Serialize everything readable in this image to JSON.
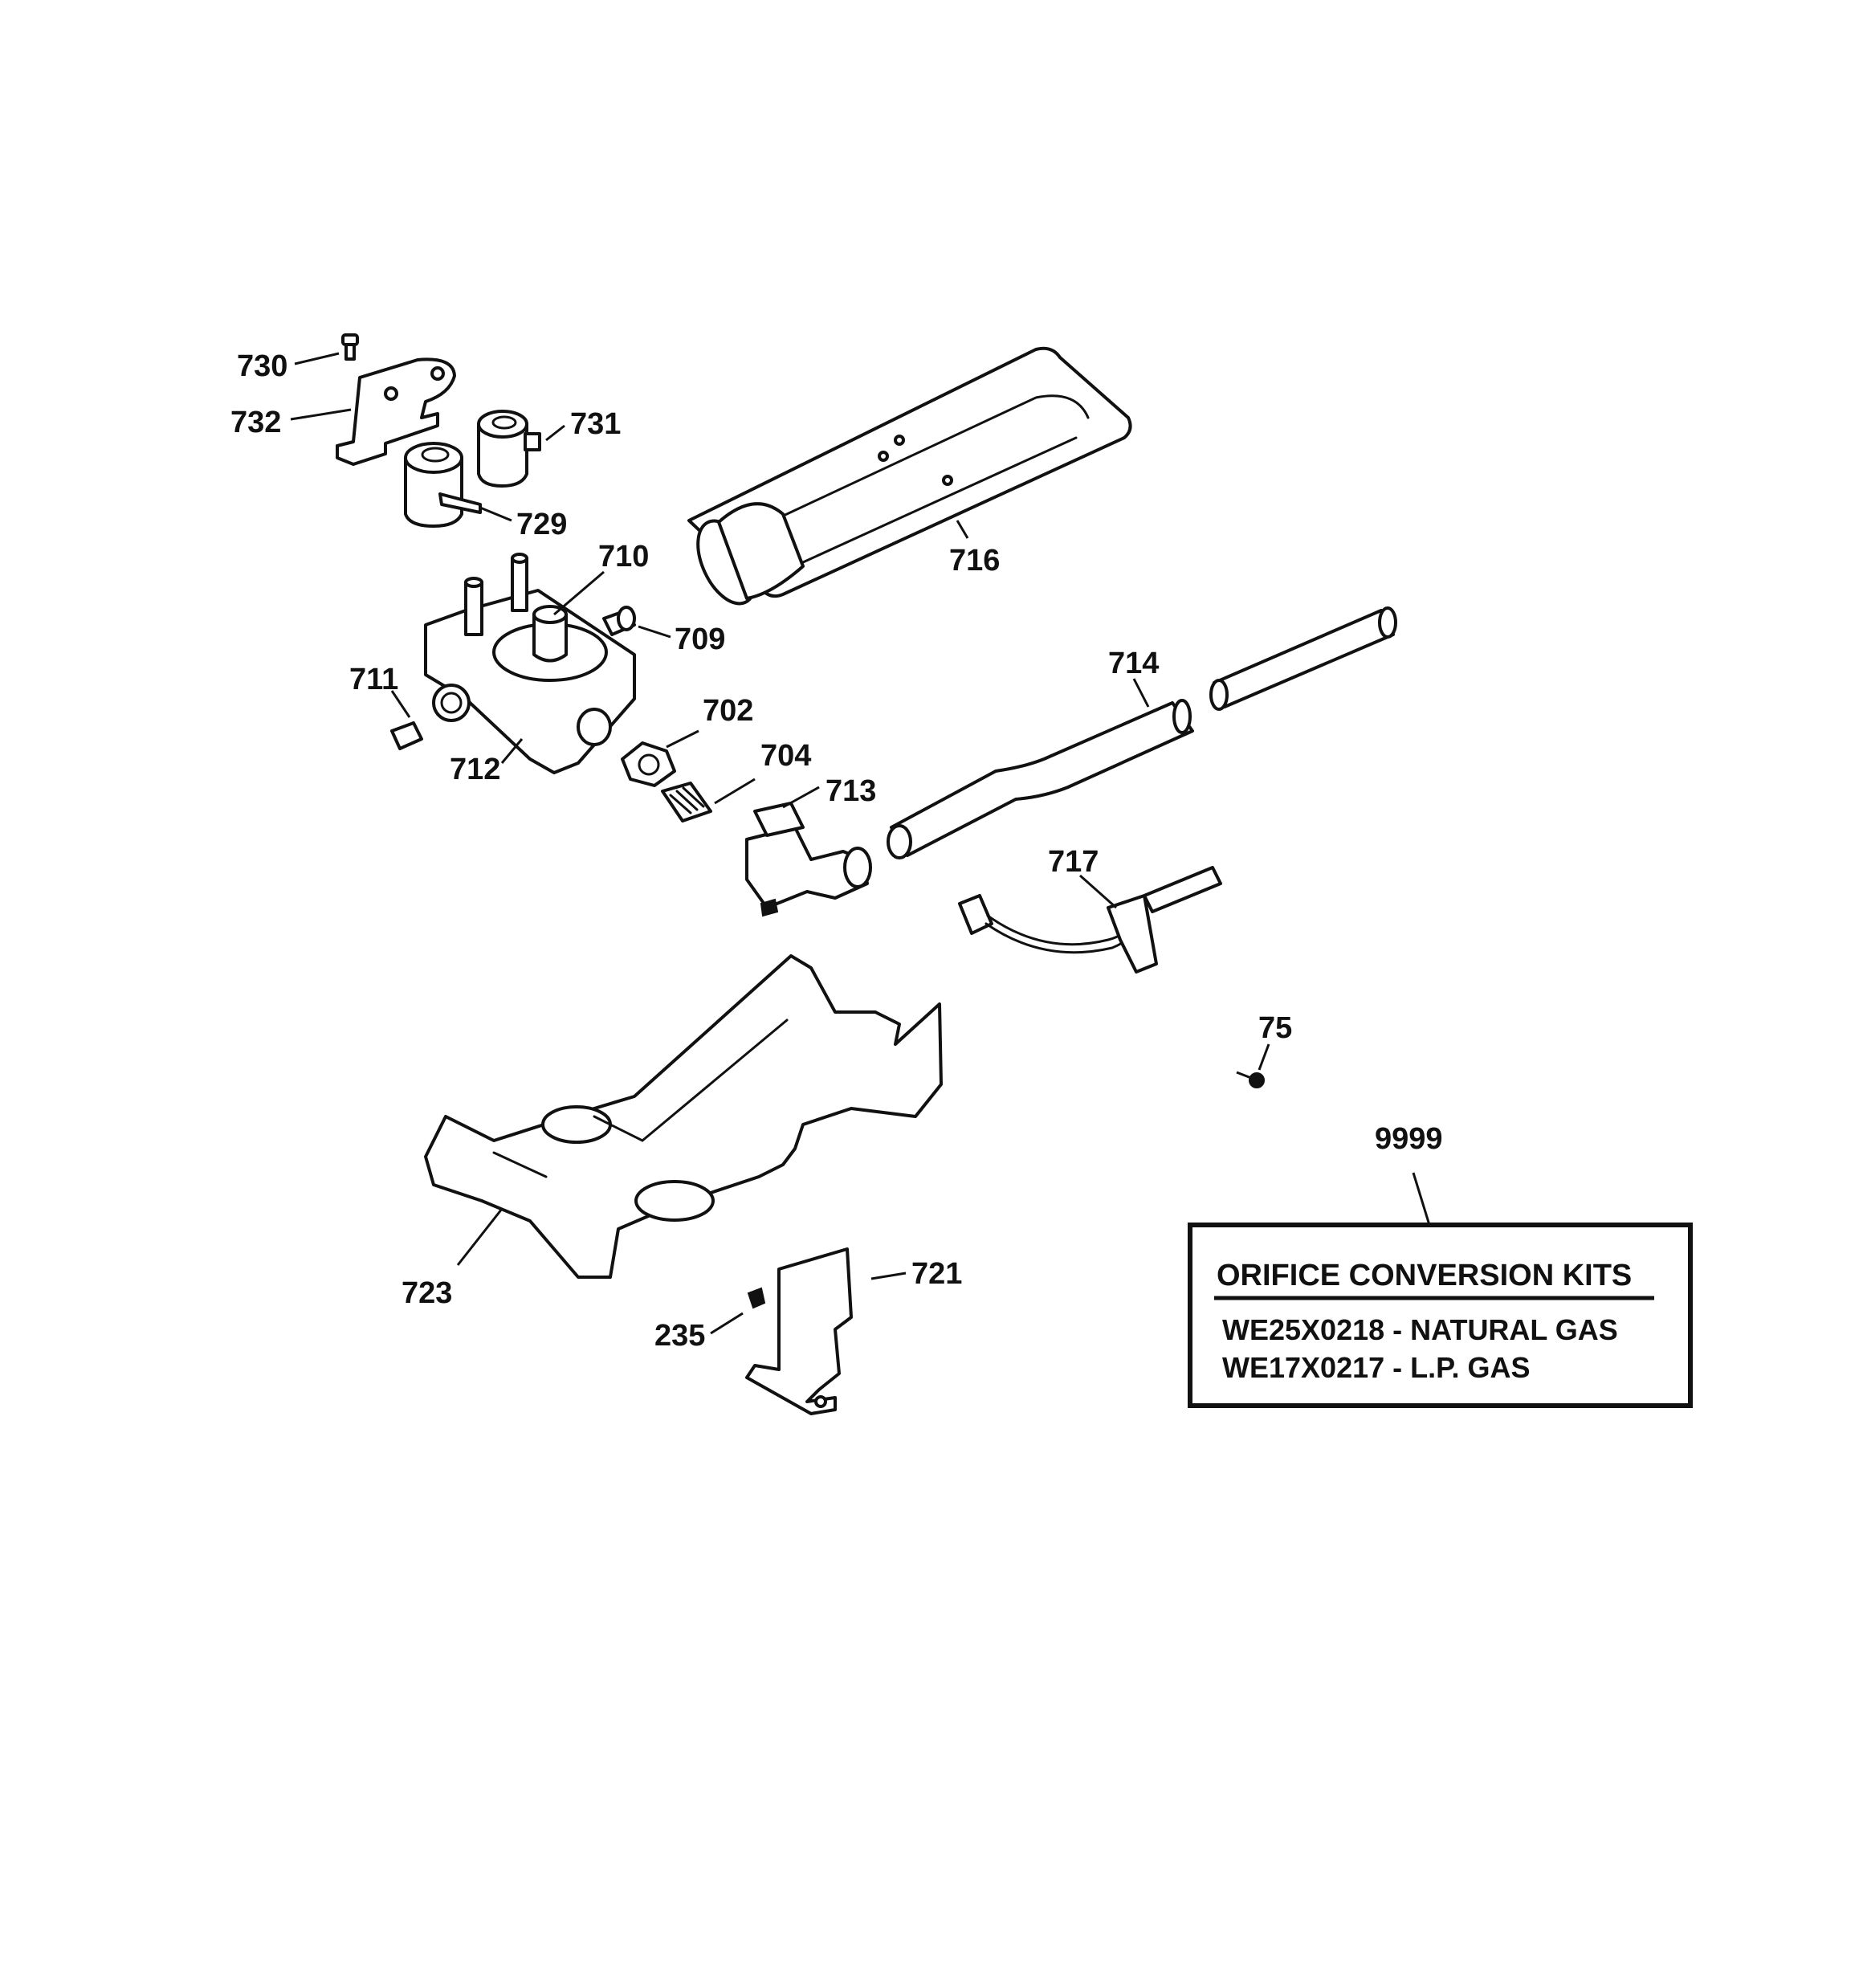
{
  "diagram": {
    "part_numbers": {
      "p730": "730",
      "p732": "732",
      "p731": "731",
      "p729": "729",
      "p710": "710",
      "p709": "709",
      "p716": "716",
      "p711": "711",
      "p712": "712",
      "p702": "702",
      "p704": "704",
      "p713": "713",
      "p714": "714",
      "p717": "717",
      "p75": "75",
      "p9999": "9999",
      "p723": "723",
      "p721": "721",
      "p235": "235"
    },
    "kit_box": {
      "title": "ORIFICE CONVERSION KITS",
      "line1": "WE25X0218 - NATURAL GAS",
      "line2": "WE17X0217 - L.P. GAS"
    }
  }
}
